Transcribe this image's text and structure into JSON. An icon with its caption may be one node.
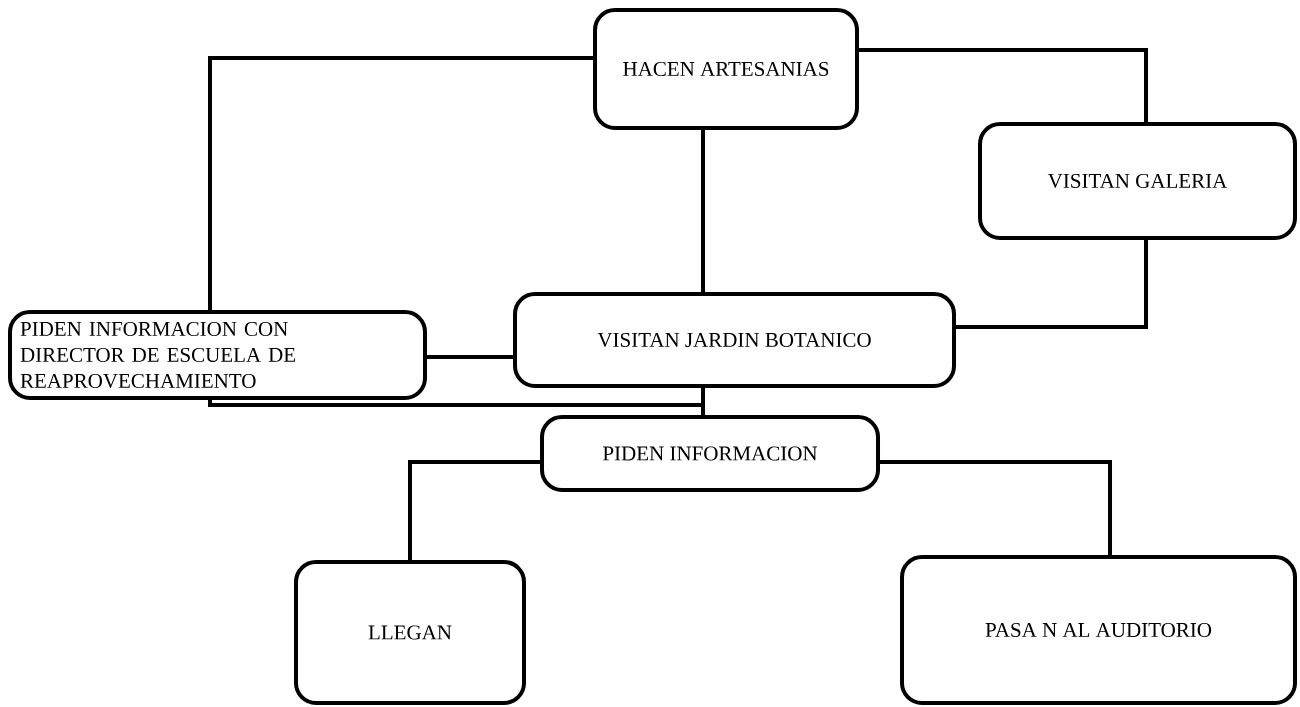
{
  "diagram": {
    "nodes": [
      {
        "text": [
          "HACEN ARTESANIAS"
        ]
      },
      {
        "text": [
          "VISITAN GALERIA"
        ]
      },
      {
        "text": [
          "PIDEN INFORMACION CON DIRECTOR DE ESCUELA DE REAPROVECHAMIENTO"
        ]
      },
      {
        "text": [
          "VISITAN JARDIN BOTANICO"
        ]
      },
      {
        "text": [
          "PIDEN INFORMACION"
        ]
      },
      {
        "text": [
          "LLEGAN"
        ]
      },
      {
        "text": [
          "PASA N AL AUDITORIO"
        ]
      }
    ],
    "edges": [
      {
        "from": 0,
        "to": 2,
        "arrow": "none"
      },
      {
        "from": 0,
        "to": 1,
        "arrow": "none"
      },
      {
        "from": 0,
        "to": 3,
        "arrow": "none"
      },
      {
        "from": 2,
        "to": 3,
        "arrow": "none"
      },
      {
        "from": 1,
        "to": 3,
        "arrow": "none"
      },
      {
        "from": 3,
        "to": 4,
        "arrow": "none"
      },
      {
        "from": 2,
        "to": 4,
        "arrow": "none"
      },
      {
        "from": 4,
        "to": 5,
        "arrow": "none"
      },
      {
        "from": 4,
        "to": 6,
        "arrow": "none"
      }
    ]
  }
}
